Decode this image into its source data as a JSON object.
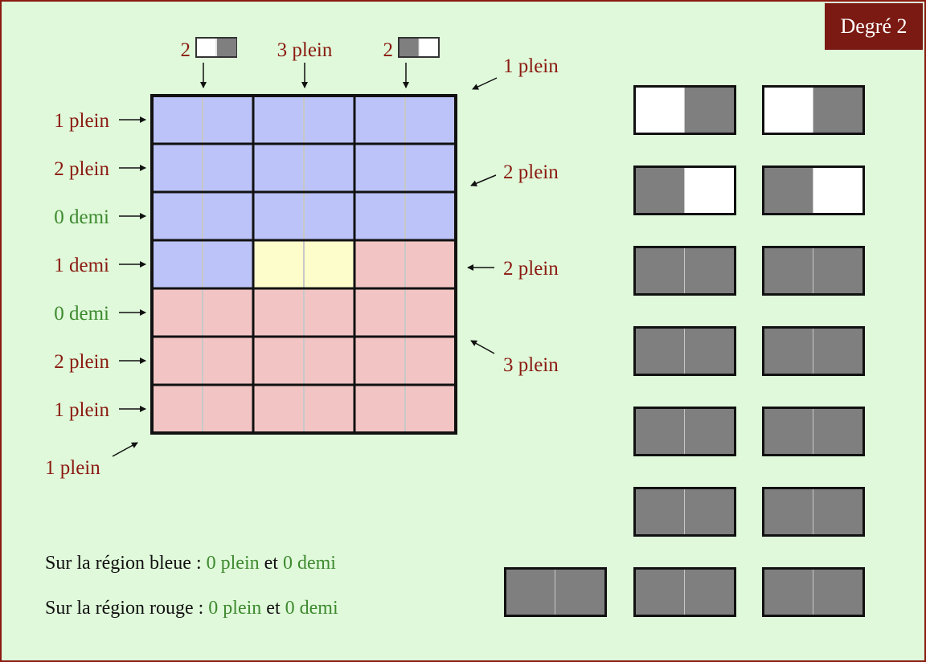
{
  "degree": "Degré 2",
  "colors": {
    "blue": "#bcc3f8",
    "red": "#f2c5c4",
    "yellow": "#fdfccb",
    "label_red": "#8b1a10",
    "label_green": "#3e8a2f",
    "domino_fill": "#7f7f7f"
  },
  "grid": {
    "rows": 7,
    "cols": 3,
    "cells": [
      [
        "blue",
        "blue",
        "blue"
      ],
      [
        "blue",
        "blue",
        "blue"
      ],
      [
        "blue",
        "blue",
        "blue"
      ],
      [
        "blue",
        "yellow",
        "red"
      ],
      [
        "red",
        "red",
        "red"
      ],
      [
        "red",
        "red",
        "red"
      ],
      [
        "red",
        "red",
        "red"
      ]
    ]
  },
  "top_clues": [
    {
      "number": "2",
      "icon": "domino-right-filled-icon",
      "text": ""
    },
    {
      "number": "",
      "icon": "",
      "text": "3 plein"
    },
    {
      "number": "2",
      "icon": "domino-left-filled-icon",
      "text": ""
    }
  ],
  "row_clues": [
    {
      "text": "1 plein",
      "color": "red"
    },
    {
      "text": "2 plein",
      "color": "red"
    },
    {
      "text": "0 demi",
      "color": "green"
    },
    {
      "text": "1 demi",
      "color": "red"
    },
    {
      "text": "0 demi",
      "color": "green"
    },
    {
      "text": "2 plein",
      "color": "red"
    },
    {
      "text": "1 plein",
      "color": "red"
    }
  ],
  "diagonal_clues": [
    {
      "text": "1 plein",
      "position": "top-right"
    },
    {
      "text": "2 plein",
      "position": "right-row-2"
    },
    {
      "text": "2 plein",
      "position": "right-row-4"
    },
    {
      "text": "3 plein",
      "position": "right-row-5"
    },
    {
      "text": "1 plein",
      "position": "bottom-left"
    }
  ],
  "summary": {
    "blue_prefix": "Sur la région bleue : ",
    "blue_full": "0 plein",
    "blue_mid": " et ",
    "blue_half": "0 demi",
    "red_prefix": "Sur la région rouge : ",
    "red_full": "0 plein",
    "red_mid": " et ",
    "red_half": "0 demi"
  },
  "pieces": [
    [
      "empty",
      "gray"
    ],
    [
      "empty",
      "gray"
    ],
    [
      "gray",
      "empty"
    ],
    [
      "gray",
      "empty"
    ],
    [
      "gray",
      "gray"
    ],
    [
      "gray",
      "gray"
    ],
    [
      "gray",
      "gray"
    ],
    [
      "gray",
      "gray"
    ],
    [
      "gray",
      "gray"
    ],
    [
      "gray",
      "gray"
    ],
    [
      "gray",
      "gray"
    ],
    [
      "gray",
      "gray"
    ],
    [
      "gray",
      "gray"
    ],
    [
      "gray",
      "gray"
    ],
    [
      "gray",
      "gray"
    ]
  ]
}
